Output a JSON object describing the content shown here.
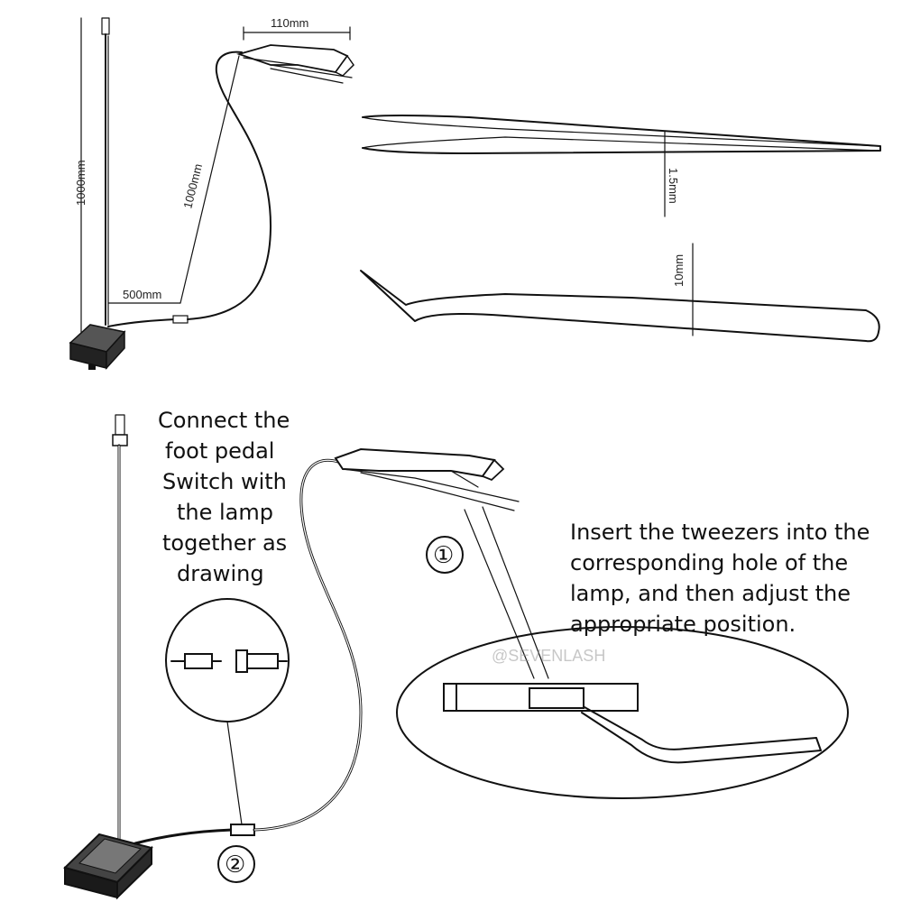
{
  "dimensions": {
    "lamp_width": "110mm",
    "pole_height": "1000mm",
    "cable_length": "1000mm",
    "pedal_cable": "500mm",
    "tip_gap": "1.5mm",
    "body_width": "10mm"
  },
  "instructions": {
    "connect": [
      "Connect the",
      "foot pedal",
      "Switch with",
      "the lamp",
      "together as",
      "drawing"
    ],
    "insert": [
      "Insert the tweezers into the",
      "corresponding hole of the",
      "lamp, and then adjust the",
      "appropriate position."
    ]
  },
  "markers": {
    "step1": "①",
    "step2": "②"
  },
  "watermark": "@SEVENLASH"
}
